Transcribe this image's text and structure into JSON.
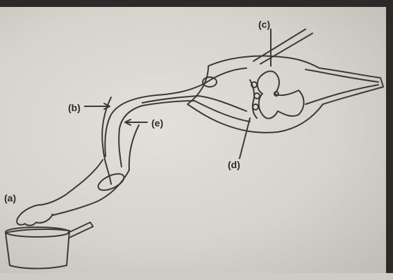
{
  "labels": {
    "a": "(a)",
    "b": "(b)",
    "c": "(c)",
    "d": "(d)",
    "e": "(e)"
  },
  "colors": {
    "ink": "#3a3936",
    "paper": "#dedbd4"
  }
}
